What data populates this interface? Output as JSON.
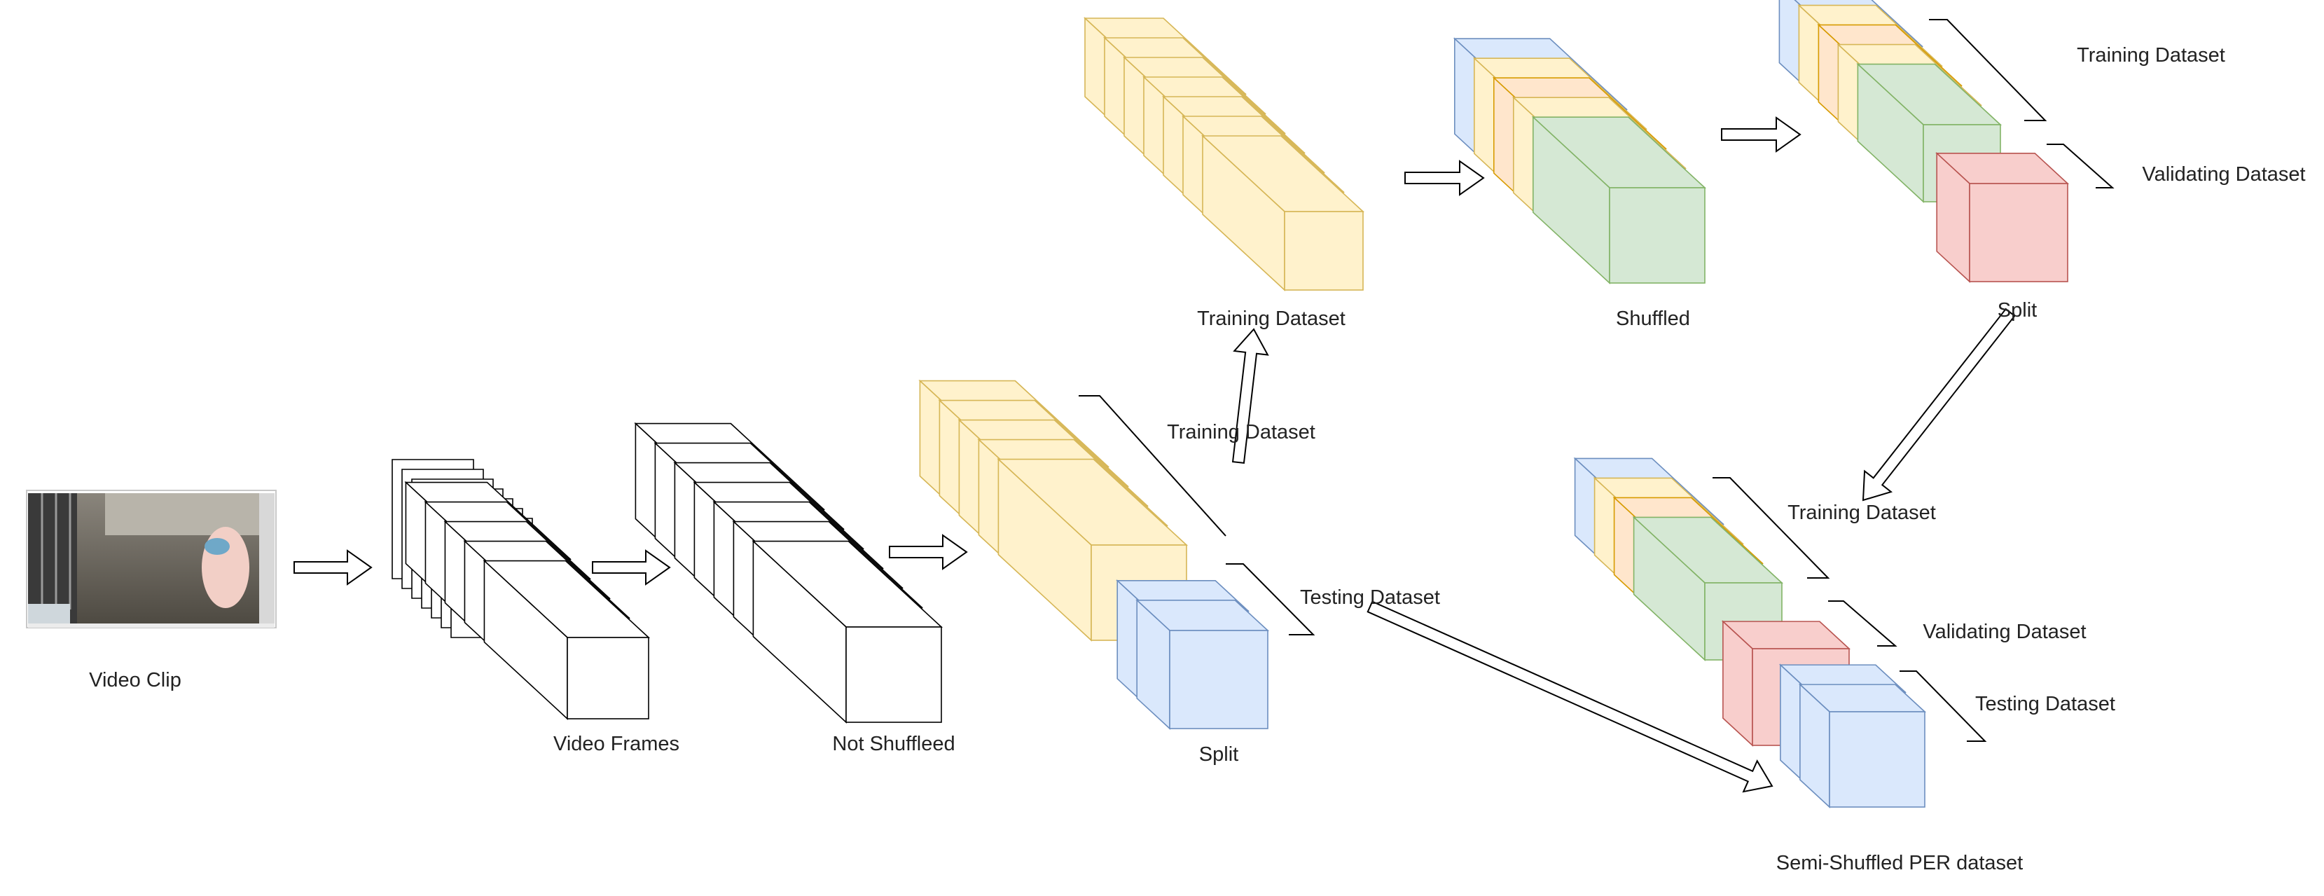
{
  "labels": {
    "video_clip": "Video Clip",
    "video_frames": "Video Frames",
    "not_shuffled": "Not Shuffleed",
    "split_top": "Split",
    "split_bottom": "Split",
    "training_top": "Training Dataset",
    "training_arrow": "Training Dataset",
    "testing_mid": "Testing Dataset",
    "shuffled": "Shuffled",
    "training_split": "Training Dataset",
    "validating_split": "Validating Dataset",
    "training_final": "Training Dataset",
    "validating_final": "Validating Dataset",
    "testing_final": "Testing Dataset",
    "final_title": "Semi-Shuffled PER dataset"
  },
  "colors": {
    "yellow": "#fff2cc",
    "yellow_stroke": "#d6b656",
    "blue": "#dae8fc",
    "blue_stroke": "#6c8ebf",
    "green": "#d5e8d4",
    "green_stroke": "#82b366",
    "red": "#f8cecc",
    "red_stroke": "#b85450",
    "orange": "#ffe6cc",
    "orange_stroke": "#d79b00",
    "white": "#ffffff",
    "black_stroke": "#000000"
  }
}
